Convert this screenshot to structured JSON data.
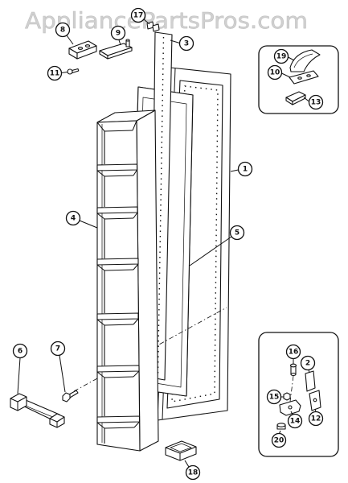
{
  "watermark": "AppliancePartsPros.com",
  "colors": {
    "ink": "#111111",
    "watermark": "#d0d0d0"
  },
  "callouts": {
    "main": [
      "17",
      "8",
      "9",
      "3",
      "11",
      "1",
      "4",
      "5",
      "6",
      "7",
      "18"
    ],
    "top_inset": [
      "19",
      "10",
      "13"
    ],
    "bottom_inset": [
      "2",
      "16",
      "15",
      "14",
      "12",
      "20"
    ]
  }
}
